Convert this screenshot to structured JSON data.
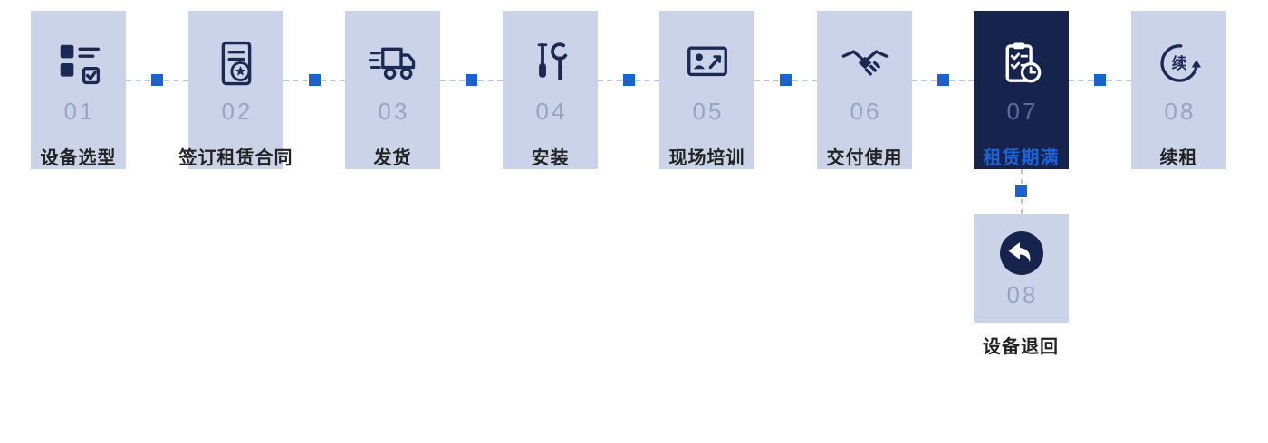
{
  "diagram": "equipment-rental-process-flow",
  "colors": {
    "box_bg": "#cbd3e8",
    "box_bg_highlight": "#16244d",
    "number": "#97a4c4",
    "number_on_dark": "#5c6d99",
    "label": "#222222",
    "label_highlight": "#1e63d8",
    "connector_square": "#1b62d1",
    "dashed_line": "#b9c4db",
    "icon": "#1b2a55",
    "icon_on_dark": "#ffffff"
  },
  "steps": [
    {
      "number": "01",
      "label": "设备选型",
      "icon": "equipment-selection-icon",
      "highlighted": false
    },
    {
      "number": "02",
      "label": "签订租赁合同",
      "icon": "contract-icon",
      "highlighted": false
    },
    {
      "number": "03",
      "label": "发货",
      "icon": "delivery-truck-icon",
      "highlighted": false
    },
    {
      "number": "04",
      "label": "安装",
      "icon": "tools-icon",
      "highlighted": false
    },
    {
      "number": "05",
      "label": "现场培训",
      "icon": "training-icon",
      "highlighted": false
    },
    {
      "number": "06",
      "label": "交付使用",
      "icon": "handshake-icon",
      "highlighted": false
    },
    {
      "number": "07",
      "label": "租赁期满",
      "icon": "lease-expiry-icon",
      "highlighted": true
    },
    {
      "number": "08",
      "label": "续租",
      "icon": "renew-icon",
      "highlighted": false
    }
  ],
  "branch_step": {
    "number": "08",
    "label": "设备退回",
    "icon": "return-icon"
  },
  "renew_icon_char": "续"
}
